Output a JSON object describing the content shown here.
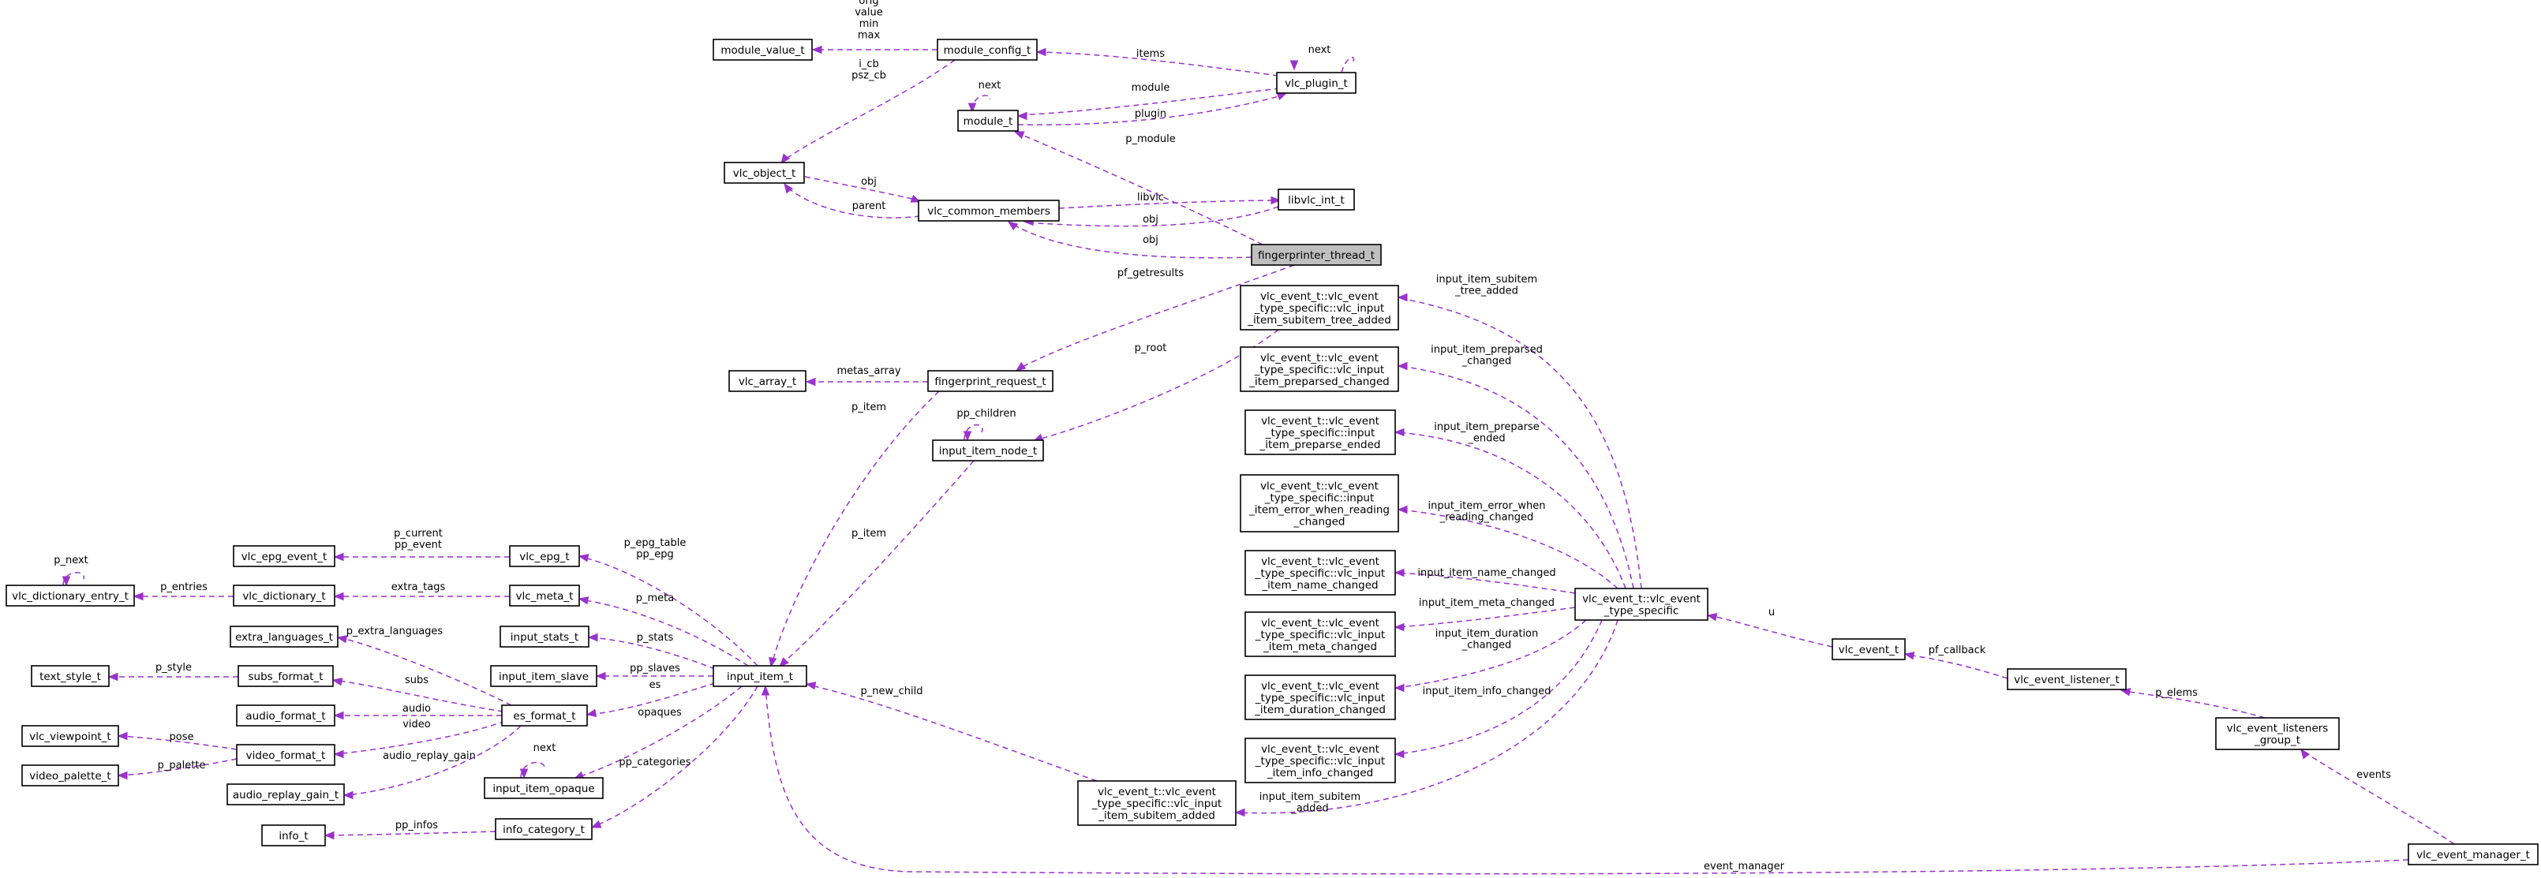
{
  "diagram": {
    "nodes": {
      "module_value_t": [
        "module_value_t"
      ],
      "module_config_t": [
        "module_config_t"
      ],
      "vlc_plugin_t": [
        "vlc_plugin_t"
      ],
      "module_t": [
        "module_t"
      ],
      "vlc_object_t": [
        "vlc_object_t"
      ],
      "vlc_common_members": [
        "vlc_common_members"
      ],
      "libvlc_int_t": [
        "libvlc_int_t"
      ],
      "fingerprinter_thread_t": [
        "fingerprinter_thread_t"
      ],
      "ev_subitem_tree_added": [
        "vlc_event_t::vlc_event",
        "_type_specific::vlc_input",
        "_item_subitem_tree_added"
      ],
      "ev_preparsed_changed": [
        "vlc_event_t::vlc_event",
        "_type_specific::vlc_input",
        "_item_preparsed_changed"
      ],
      "vlc_array_t": [
        "vlc_array_t"
      ],
      "fingerprint_request_t": [
        "fingerprint_request_t"
      ],
      "input_item_node_t": [
        "input_item_node_t"
      ],
      "ev_preparse_ended": [
        "vlc_event_t::vlc_event",
        "_type_specific::input",
        "_item_preparse_ended"
      ],
      "ev_error_when_reading": [
        "vlc_event_t::vlc_event",
        "_type_specific::input",
        "_item_error_when_reading",
        "_changed"
      ],
      "vlc_dictionary_entry_t": [
        "vlc_dictionary_entry_t"
      ],
      "vlc_epg_event_t": [
        "vlc_epg_event_t"
      ],
      "vlc_epg_t": [
        "vlc_epg_t"
      ],
      "vlc_dictionary_t": [
        "vlc_dictionary_t"
      ],
      "vlc_meta_t": [
        "vlc_meta_t"
      ],
      "ev_name_changed": [
        "vlc_event_t::vlc_event",
        "_type_specific::vlc_input",
        "_item_name_changed"
      ],
      "vlc_event_type_specific": [
        "vlc_event_t::vlc_event",
        "_type_specific"
      ],
      "extra_languages_t": [
        "extra_languages_t"
      ],
      "input_stats_t": [
        "input_stats_t"
      ],
      "ev_meta_changed": [
        "vlc_event_t::vlc_event",
        "_type_specific::vlc_input",
        "_item_meta_changed"
      ],
      "vlc_event_t": [
        "vlc_event_t"
      ],
      "vlc_event_listener_t": [
        "vlc_event_listener_t"
      ],
      "text_style_t": [
        "text_style_t"
      ],
      "subs_format_t": [
        "subs_format_t"
      ],
      "input_item_slave": [
        "input_item_slave"
      ],
      "input_item_t": [
        "input_item_t"
      ],
      "audio_format_t": [
        "audio_format_t"
      ],
      "es_format_t": [
        "es_format_t"
      ],
      "ev_duration_changed": [
        "vlc_event_t::vlc_event",
        "_type_specific::vlc_input",
        "_item_duration_changed"
      ],
      "vlc_viewpoint_t": [
        "vlc_viewpoint_t"
      ],
      "vlc_event_listeners_group_t": [
        "vlc_event_listeners",
        "_group_t"
      ],
      "video_format_t": [
        "video_format_t"
      ],
      "video_palette_t": [
        "video_palette_t"
      ],
      "input_item_opaque": [
        "input_item_opaque"
      ],
      "ev_info_changed": [
        "vlc_event_t::vlc_event",
        "_type_specific::vlc_input",
        "_item_info_changed"
      ],
      "audio_replay_gain_t": [
        "audio_replay_gain_t"
      ],
      "ev_subitem_added": [
        "vlc_event_t::vlc_event",
        "_type_specific::vlc_input",
        "_item_subitem_added"
      ],
      "info_t": [
        "info_t"
      ],
      "info_category_t": [
        "info_category_t"
      ],
      "vlc_event_manager_t": [
        "vlc_event_manager_t"
      ]
    },
    "edges": {
      "module_config_t__module_value_t": [
        "orig",
        "value",
        "min",
        "max"
      ],
      "vlc_plugin_t__module_config_t": [
        "items"
      ],
      "vlc_plugin_t__vlc_plugin_t": [
        "next"
      ],
      "vlc_plugin_t__module_t_module": [
        "module"
      ],
      "module_t__vlc_plugin_t": [
        "plugin"
      ],
      "module_t__module_t": [
        "next"
      ],
      "module_config_t__vlc_object_t": [
        "i_cb",
        "psz_cb"
      ],
      "vlc_object_t__vlc_common_members": [
        "obj"
      ],
      "vlc_common_members__vlc_object_t": [
        "parent"
      ],
      "vlc_common_members__libvlc_int_t": [
        "libvlc"
      ],
      "libvlc_int_t__vlc_common_members": [
        "obj"
      ],
      "fingerprinter_thread_t__vlc_common_members": [
        "obj"
      ],
      "fingerprinter_thread_t__module_t": [
        "p_module"
      ],
      "fingerprinter_thread_t__fingerprint_request_t": [
        "pf_getresults"
      ],
      "ev_subitem_tree_added__input_item_node_t": [
        "p_root"
      ],
      "fingerprint_request_t__vlc_array_t": [
        "metas_array"
      ],
      "fingerprint_request_t__input_item_t": [
        "p_item"
      ],
      "input_item_node_t__input_item_node_t": [
        "pp_children"
      ],
      "input_item_node_t__input_item_t": [
        "p_item"
      ],
      "vlc_dictionary_entry_t__self": [
        "p_next"
      ],
      "vlc_dictionary_t__vlc_dictionary_entry_t": [
        "p_entries"
      ],
      "vlc_epg_t__vlc_epg_event_t": [
        "p_current",
        "pp_event"
      ],
      "input_item_t__vlc_epg_t": [
        "p_epg_table",
        "pp_epg"
      ],
      "vlc_meta_t__vlc_dictionary_t": [
        "extra_tags"
      ],
      "input_item_t__vlc_meta_t": [
        "p_meta"
      ],
      "input_item_t__input_stats_t": [
        "p_stats"
      ],
      "input_item_t__input_item_slave": [
        "pp_slaves"
      ],
      "input_item_t__es_format_t": [
        "es"
      ],
      "input_item_t__input_item_opaque": [
        "opaques"
      ],
      "input_item_opaque__self": [
        "next"
      ],
      "input_item_t__info_category_t": [
        "pp_categories"
      ],
      "es_format_t__extra_languages_t": [
        "p_extra_languages"
      ],
      "subs_format_t__text_style_t": [
        "p_style"
      ],
      "es_format_t__subs_format_t": [
        "subs"
      ],
      "es_format_t__audio_format_t": [
        "audio"
      ],
      "es_format_t__video_format_t": [
        "video"
      ],
      "es_format_t__audio_replay_gain_t": [
        "audio_replay_gain"
      ],
      "video_format_t__vlc_viewpoint_t": [
        "pose"
      ],
      "video_format_t__video_palette_t": [
        "p_palette"
      ],
      "info_category_t__info_t": [
        "pp_infos"
      ],
      "ev_subitem_added__input_item_t": [
        "p_new_child"
      ],
      "vlc_event_manager_t__input_item_t": [
        "event_manager"
      ],
      "type_specific__subitem_tree_added": [
        "input_item_subitem",
        "_tree_added"
      ],
      "type_specific__preparsed_changed": [
        "input_item_preparsed",
        "_changed"
      ],
      "type_specific__preparse_ended": [
        "input_item_preparse",
        "_ended"
      ],
      "type_specific__error_when_reading": [
        "input_item_error_when",
        "_reading_changed"
      ],
      "type_specific__name_changed": [
        "input_item_name_changed"
      ],
      "type_specific__meta_changed": [
        "input_item_meta_changed"
      ],
      "type_specific__duration_changed": [
        "input_item_duration",
        "_changed"
      ],
      "type_specific__info_changed": [
        "input_item_info_changed"
      ],
      "type_specific__subitem_added": [
        "input_item_subitem",
        "_added"
      ],
      "vlc_event_t__type_specific": [
        "u"
      ],
      "vlc_event_listener_t__vlc_event_t": [
        "pf_callback"
      ],
      "listeners_group__listener_t": [
        "p_elems"
      ],
      "event_manager__listeners_group": [
        "events"
      ]
    }
  },
  "colors": {
    "edge": "#9a32cd",
    "node_border": "#000000",
    "focus_fill": "#bfbfbf"
  }
}
